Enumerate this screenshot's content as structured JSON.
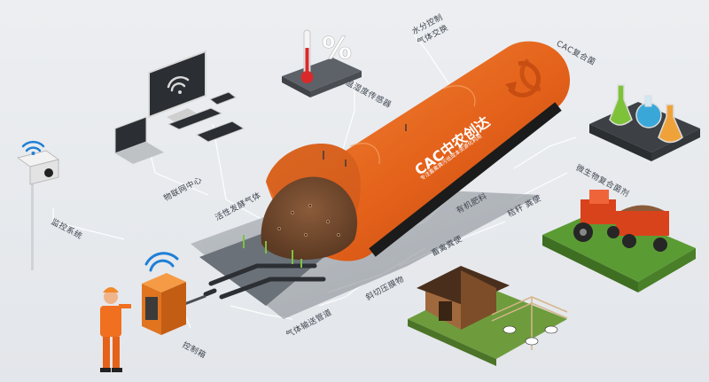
{
  "brand": {
    "logo": "CAC中农创达",
    "tagline": "专注畜禽粪污低成本资源化利用",
    "accent": "#e8651a",
    "accent_dark": "#b44110"
  },
  "labels": {
    "moisture_control": "水分控制",
    "gas_exchange": "气体交换",
    "cac_inoculant": "CAC复合菌",
    "temp_humidity_sensor": "温湿度传感器",
    "iot_center": "物联网中心",
    "active_aeration": "活性发酵气体",
    "monitoring": "监控系统",
    "organic_fertilizer": "有机肥料",
    "microbial_fertilizer": "微生物复合菌剂",
    "straw_dung": "秸秆 粪便",
    "livestock_manure": "畜禽粪便",
    "membrane_sealing": "斜切压膜物",
    "gas_pipeline": "气体输送管道",
    "control_box": "控制箱"
  },
  "icons": [
    "wifi-icon",
    "thermometer-icon",
    "percent-icon",
    "recycle-arrows-icon",
    "flask-icon",
    "tractor-icon",
    "barn-icon",
    "cctv-camera-icon",
    "computer-monitor-icon",
    "laptop-icon",
    "tablet-icon",
    "phone-icon",
    "control-box-icon",
    "worker-icon"
  ]
}
